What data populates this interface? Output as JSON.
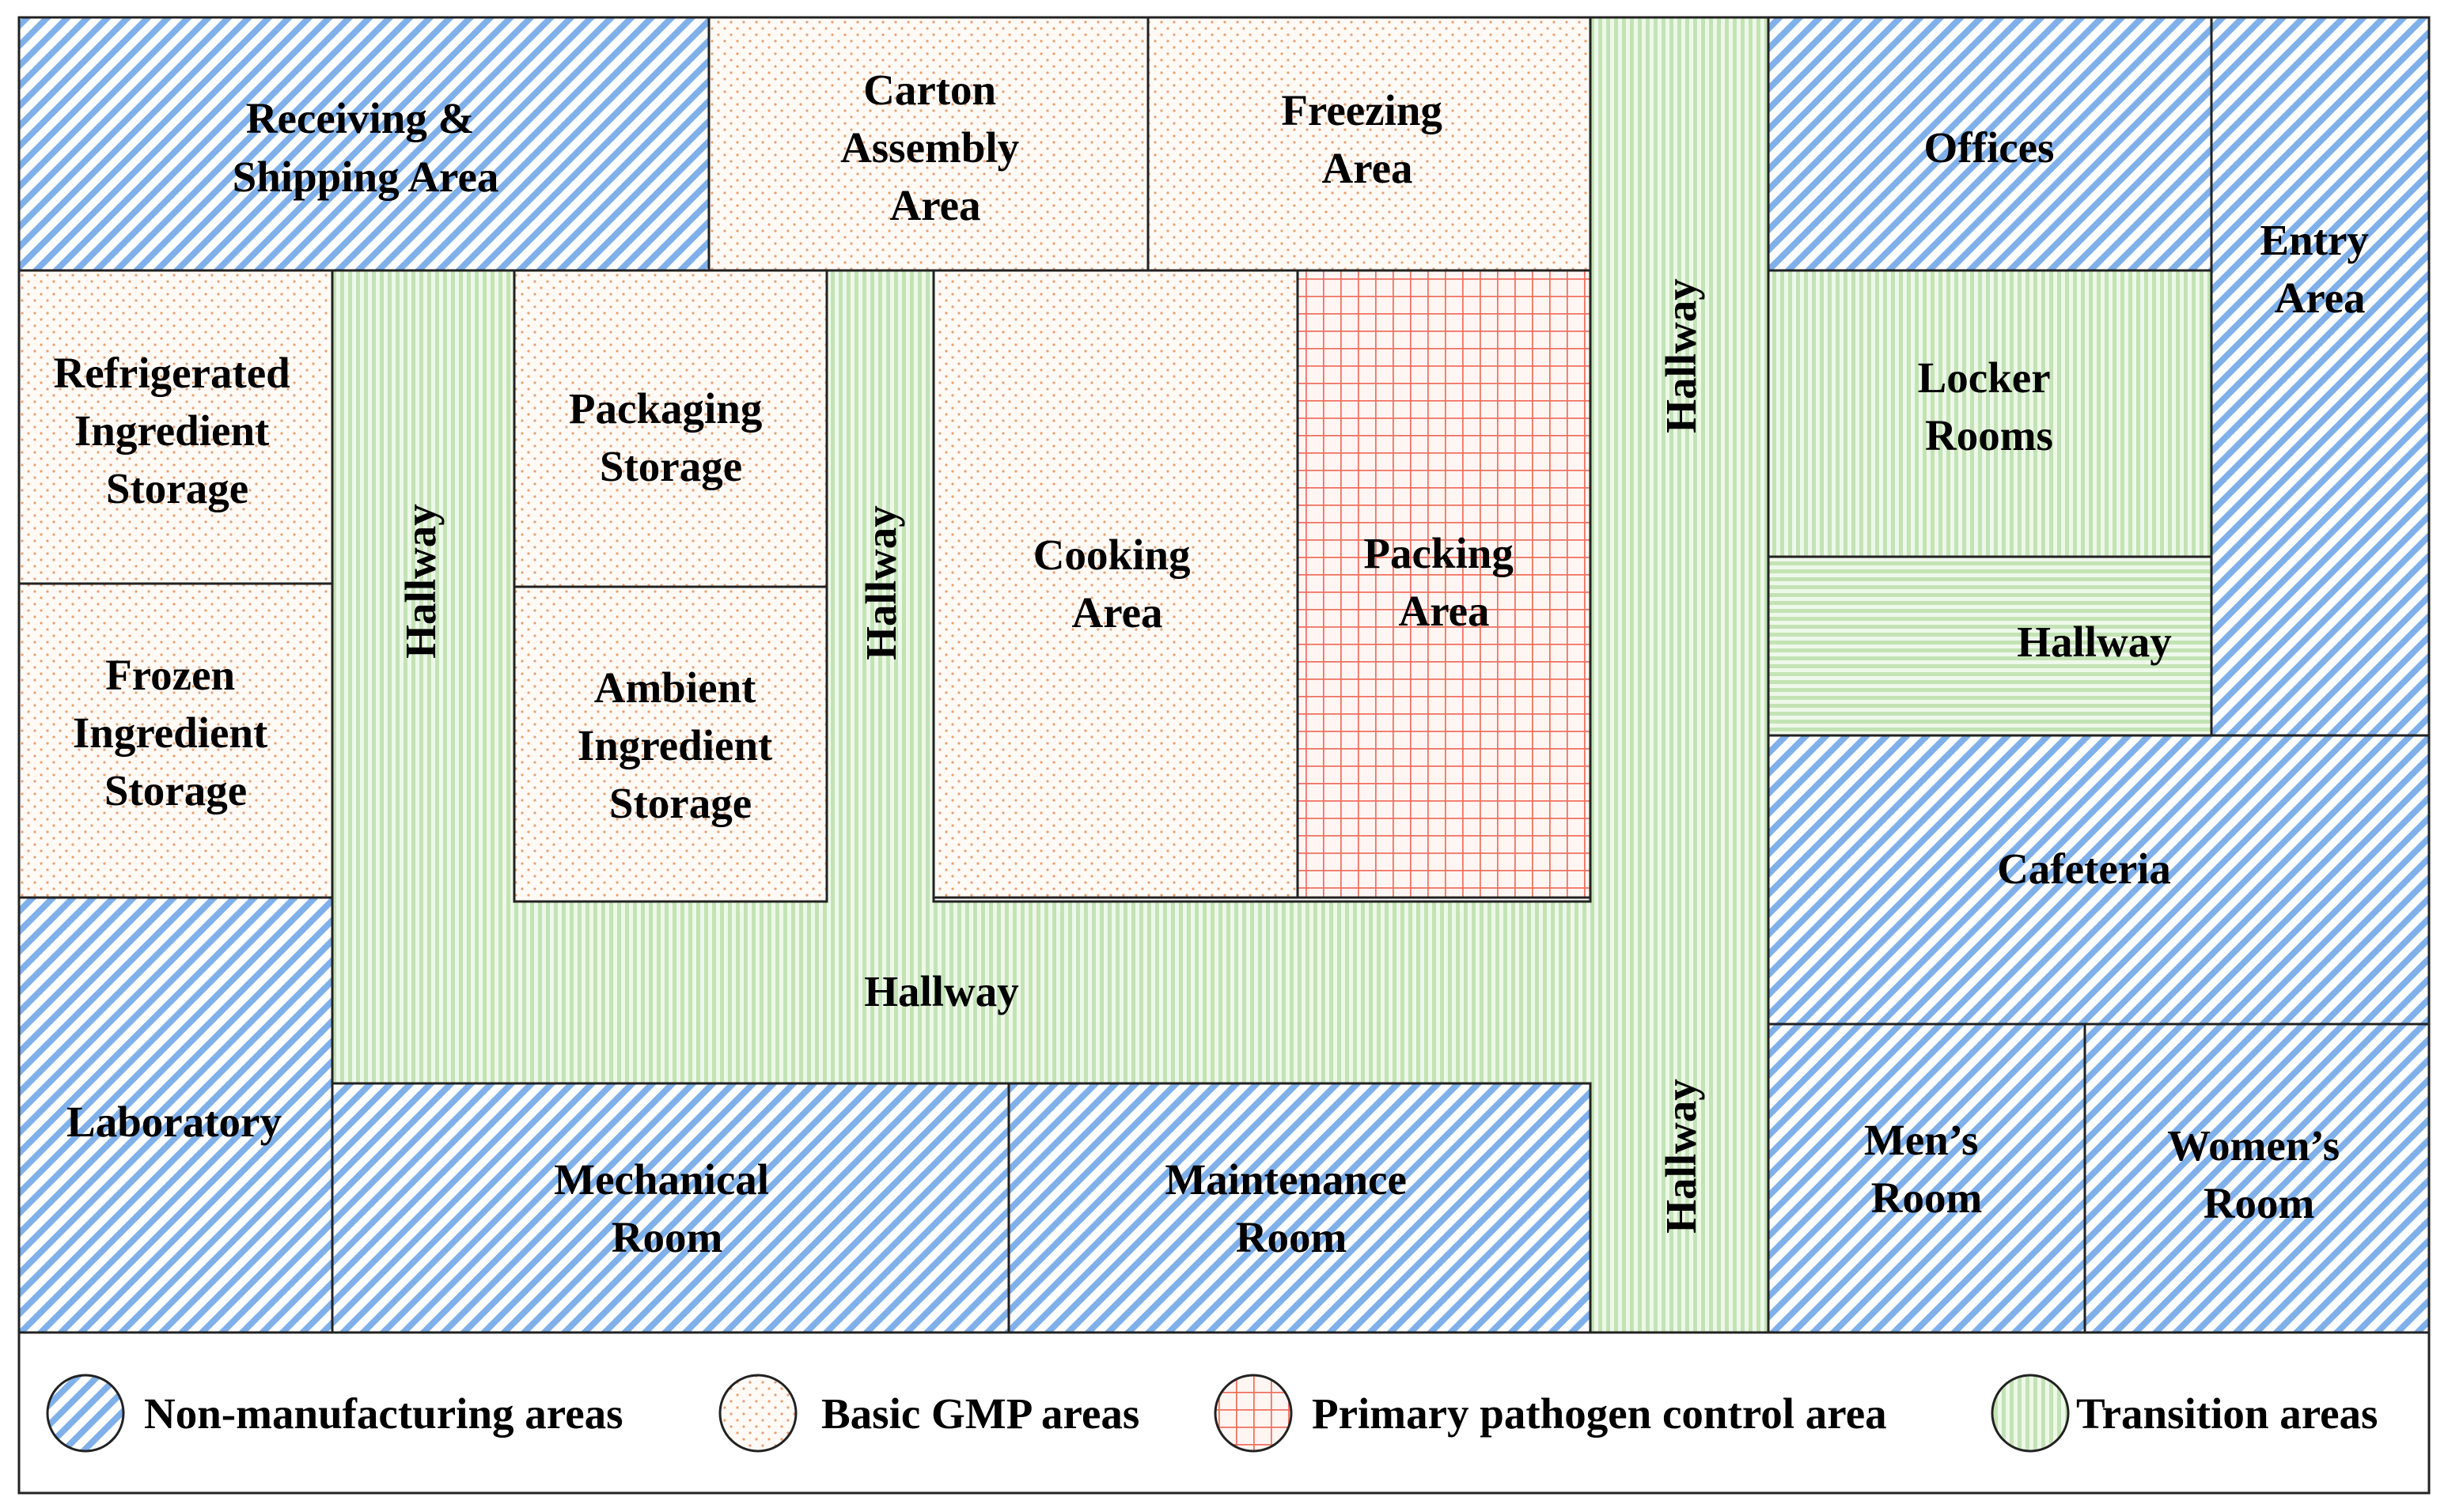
{
  "colors": {
    "non_manufacturing": "#7fb0ea",
    "basic_gmp": "#e8a070",
    "primary_pathogen": "#f07060",
    "transition": "#b6dca6",
    "border": "#222222"
  },
  "rooms": {
    "receiving": [
      "Receiving &",
      "Shipping Area"
    ],
    "carton": [
      "Carton",
      "Assembly",
      "Area"
    ],
    "freezing": [
      "Freezing",
      "Area"
    ],
    "hall_vertical_right_top": [
      "Hallway"
    ],
    "offices": [
      "Offices"
    ],
    "entry": [
      "Entry",
      "Area"
    ],
    "refrigerated": [
      "Refrigerated",
      "Ingredient",
      "Storage"
    ],
    "hall_vertical_left": [
      "Hallway"
    ],
    "packaging_storage": [
      "Packaging",
      "Storage"
    ],
    "hall_vertical_mid": [
      "Hallway"
    ],
    "cooking": [
      "Cooking",
      "Area"
    ],
    "packing": [
      "Packing",
      "Area"
    ],
    "locker": [
      "Locker",
      "Rooms"
    ],
    "hall_right_horizontal": [
      "Hallway"
    ],
    "frozen": [
      "Frozen",
      "Ingredient",
      "Storage"
    ],
    "ambient": [
      "Ambient",
      "Ingredient",
      "Storage"
    ],
    "cafeteria": [
      "Cafeteria"
    ],
    "hall_horizontal_main": [
      "Hallway"
    ],
    "laboratory": [
      "Laboratory"
    ],
    "mechanical": [
      "Mechanical",
      "Room"
    ],
    "maintenance": [
      "Maintenance",
      "Room"
    ],
    "hall_vertical_right_bottom": [
      "Hallway"
    ],
    "mens": [
      "Men’s",
      "Room"
    ],
    "womens": [
      "Women’s",
      "Room"
    ]
  },
  "legend": {
    "non_manufacturing": "Non-manufacturing areas",
    "basic_gmp": "Basic GMP areas",
    "primary_pathogen": "Primary pathogen control area",
    "transition": "Transition areas"
  }
}
